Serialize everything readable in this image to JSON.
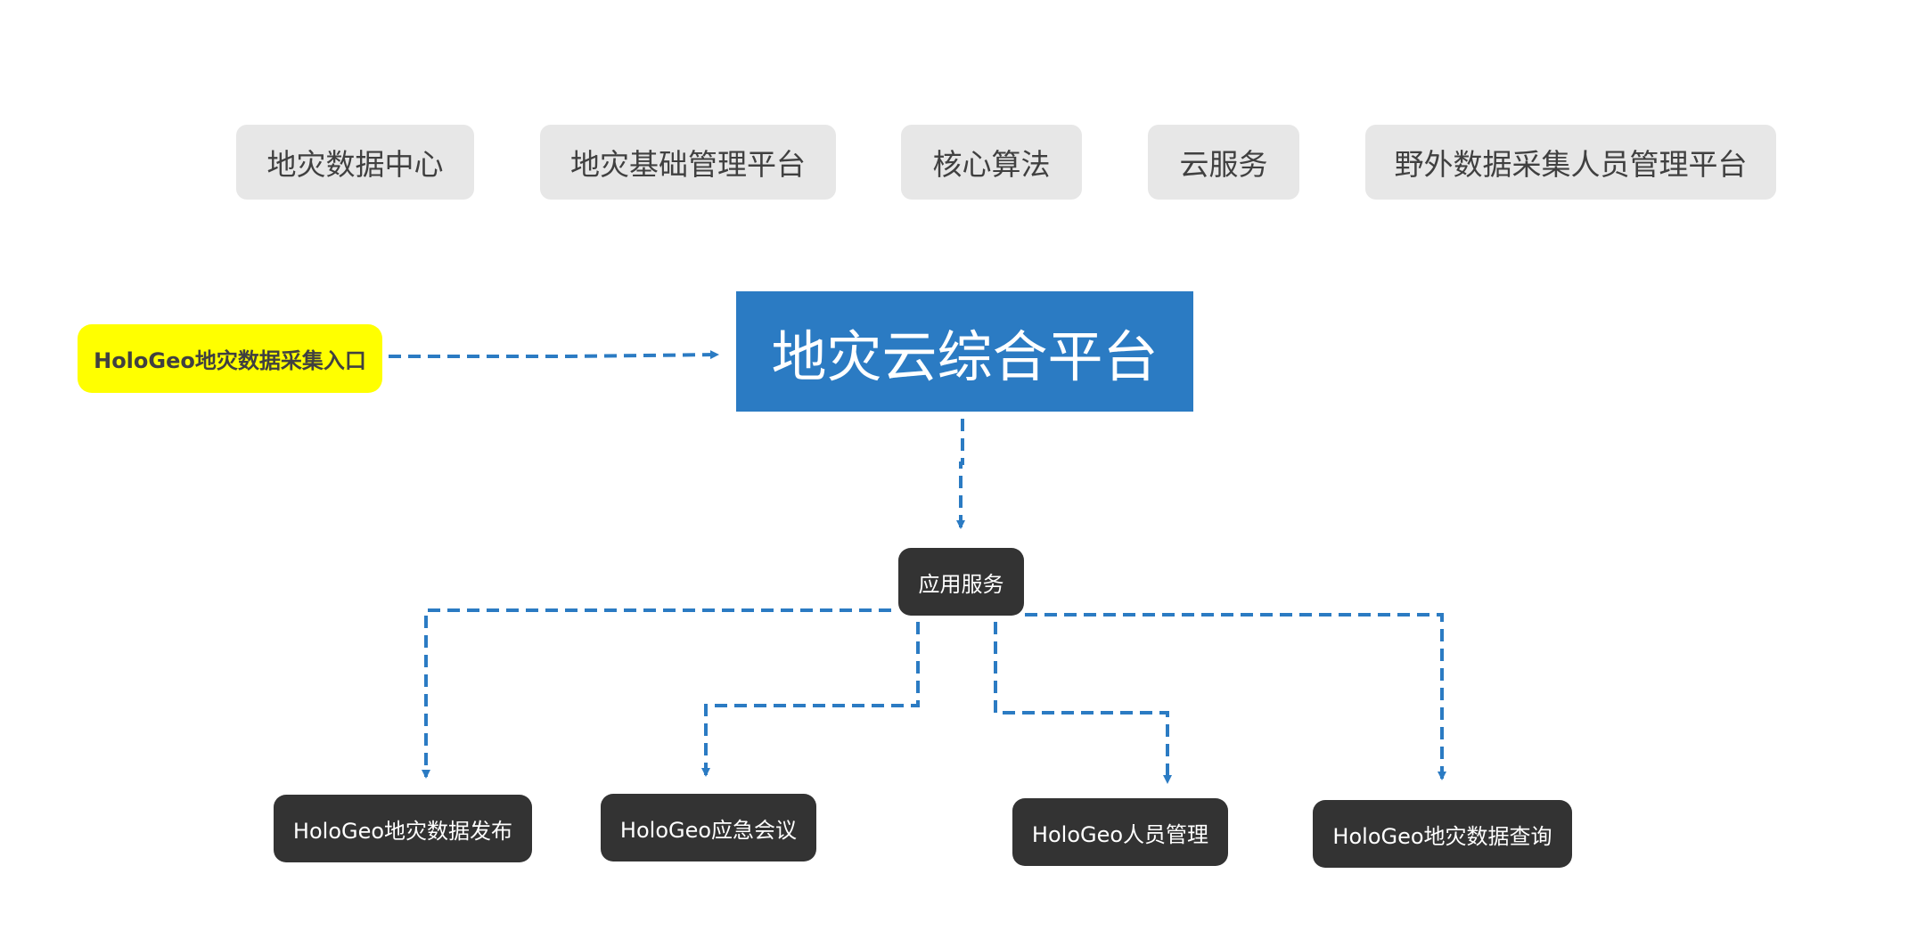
{
  "modules": [
    {
      "label": "地灾数据中心"
    },
    {
      "label": "地灾基础管理平台"
    },
    {
      "label": "核心算法"
    },
    {
      "label": "云服务"
    },
    {
      "label": "野外数据采集人员管理平台"
    }
  ],
  "entry": {
    "label": "HoloGeo地灾数据采集入口"
  },
  "platform": {
    "title": "地灾云综合平台"
  },
  "service": {
    "label": "应用服务"
  },
  "apps": [
    {
      "label": "HoloGeo地灾数据发布"
    },
    {
      "label": "HoloGeo应急会议"
    },
    {
      "label": "HoloGeo人员管理"
    },
    {
      "label": "HoloGeo地灾数据查询"
    }
  ],
  "colors": {
    "primary": "#2b7bc3",
    "highlight": "#ffff00",
    "node_dark": "#333333",
    "module_bg": "#e7e7e7"
  }
}
